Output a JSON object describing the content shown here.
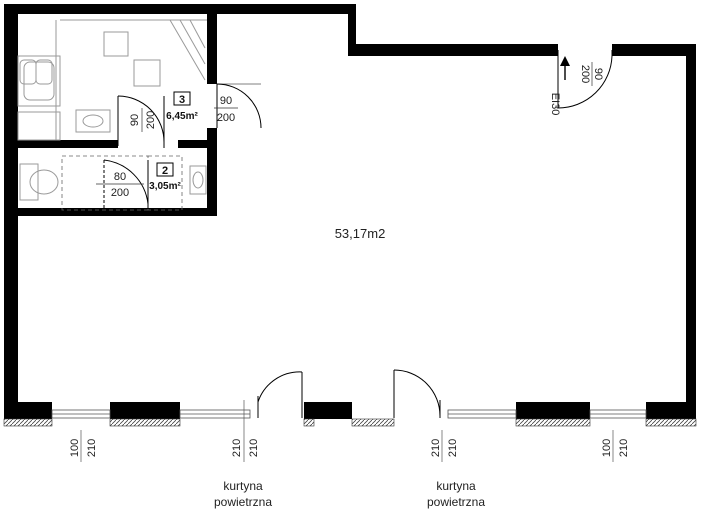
{
  "rooms": {
    "main_area": "53,17m2",
    "room3": {
      "number": "3",
      "area": "6,45m²"
    },
    "room2": {
      "number": "2",
      "area": "3,05m²"
    }
  },
  "doors": {
    "bathroom3": {
      "width": "90",
      "height": "200"
    },
    "toilet_v": {
      "width": "90",
      "height": "200"
    },
    "toilet_h": {
      "width": "80",
      "height": "200"
    },
    "entry_ei": {
      "width": "90",
      "height": "200",
      "rating": "EI30"
    }
  },
  "windows": {
    "w1": {
      "width": "100",
      "height": "210"
    },
    "w2": {
      "width": "210",
      "height": "210"
    },
    "w3": {
      "width": "210",
      "height": "210"
    },
    "w4": {
      "width": "100",
      "height": "210"
    }
  },
  "notes": {
    "curtain1": [
      "kurtyna",
      "powietrzna"
    ],
    "curtain2": [
      "kurtyna",
      "powietrzna"
    ]
  },
  "colors": {
    "wall": "#000000",
    "line": "#333333",
    "fixture": "#9a9a9a",
    "hatch": "#444444"
  }
}
